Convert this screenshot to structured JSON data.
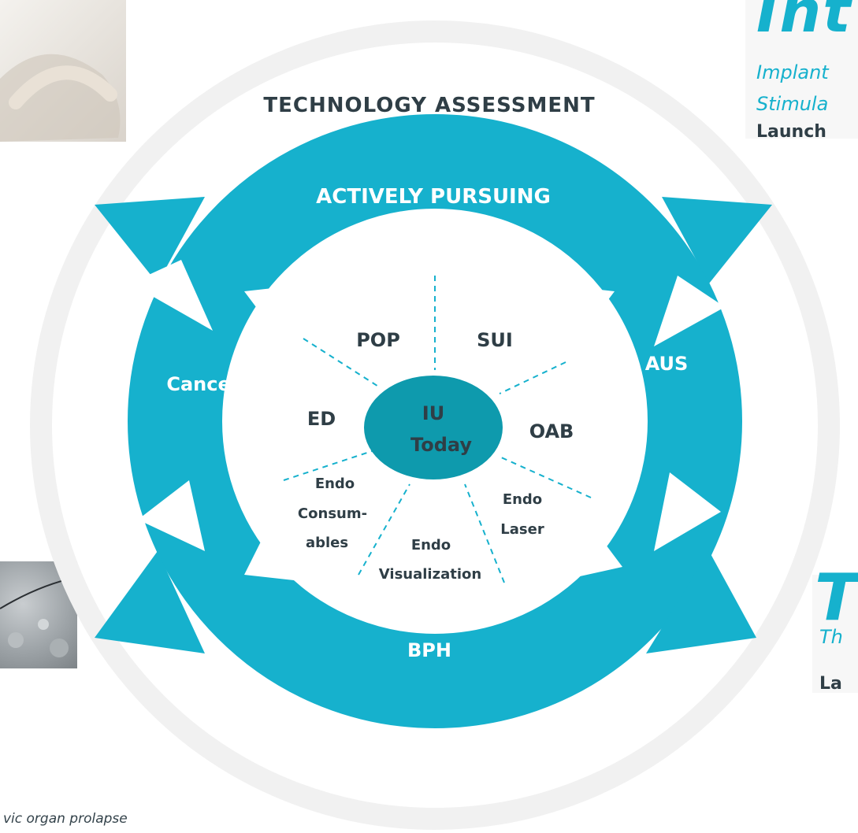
{
  "diagram": {
    "outer_title": "TECHNOLOGY ASSESSMENT",
    "ring_labels": {
      "top": "ACTIVELY PURSUING",
      "left": "Cancer",
      "right": "AUS",
      "bottom": "BPH"
    },
    "center": {
      "line1": "IU",
      "line2": "Today"
    },
    "segments": {
      "pop": "POP",
      "sui": "SUI",
      "ed": "ED",
      "oab": "OAB",
      "endo_consumables": [
        "Endo",
        "Consum-",
        "ables"
      ],
      "endo_visualization": [
        "Endo",
        "Visualization"
      ],
      "endo_laser": [
        "Endo",
        "Laser"
      ]
    },
    "colors": {
      "teal": "#16b1cd",
      "dark_teal": "#0e9aad",
      "text_dark": "#2f3e46",
      "ring_gray": "#f1f1f1"
    }
  },
  "right_panel": {
    "top_heading": "Int",
    "top_line1": "Implant",
    "top_line2": "Stimula",
    "top_status": "Launch",
    "bottom_heading": "T",
    "bottom_line1": "Th",
    "bottom_status": "La"
  },
  "footnote": {
    "line1": "vic organ prolapse"
  }
}
